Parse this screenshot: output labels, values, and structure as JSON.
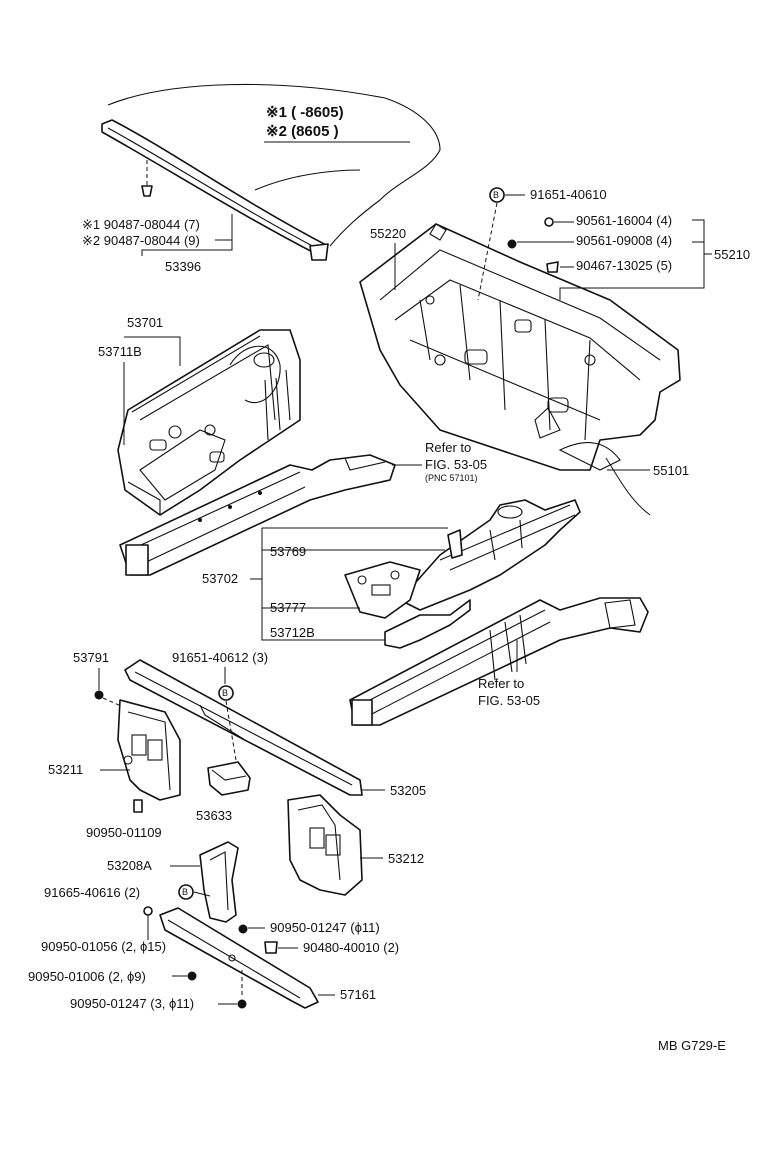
{
  "legend": {
    "line1": "※1 (      -8605)",
    "line2": "※2 (8605      )"
  },
  "bolt_symbol": "B",
  "labels": {
    "p53396": "53396",
    "p190487": "※1 90487-08044 (7)",
    "p290487": "※2 90487-08044 (9)",
    "p91651_40610": "91651-40610",
    "p55220": "55220",
    "p90561_16004": "90561-16004 (4)",
    "p90561_09008": "90561-09008 (4)",
    "p90467_13025": "90467-13025 (5)",
    "p55210": "55210",
    "p53701": "53701",
    "p53711B": "53711B",
    "refer1_a": "Refer to",
    "refer1_b": "FIG. 53-05",
    "refer1_c": "(PNC 57101)",
    "p55101": "55101",
    "p53769": "53769",
    "p53702": "53702",
    "p53777": "53777",
    "p53712B": "53712B",
    "refer2_a": "Refer to",
    "refer2_b": "FIG. 53-05",
    "p53791": "53791",
    "p91651_40612": "91651-40612 (3)",
    "p53211": "53211",
    "p53205": "53205",
    "p53633": "53633",
    "p90950_01109": "90950-01109",
    "p53212": "53212",
    "p53208A": "53208A",
    "p91665_40616": "91665-40616 (2)",
    "p90950_01247a": "90950-01247 (ϕ11)",
    "p90950_01056": "90950-01056 (2, ϕ15)",
    "p90480_40010": "90480-40010 (2)",
    "p90950_01006": "90950-01006 (2, ϕ9)",
    "p57161": "57161",
    "p90950_01247b": "90950-01247 (3, ϕ11)",
    "diagram_code": "MB  G729-E"
  }
}
